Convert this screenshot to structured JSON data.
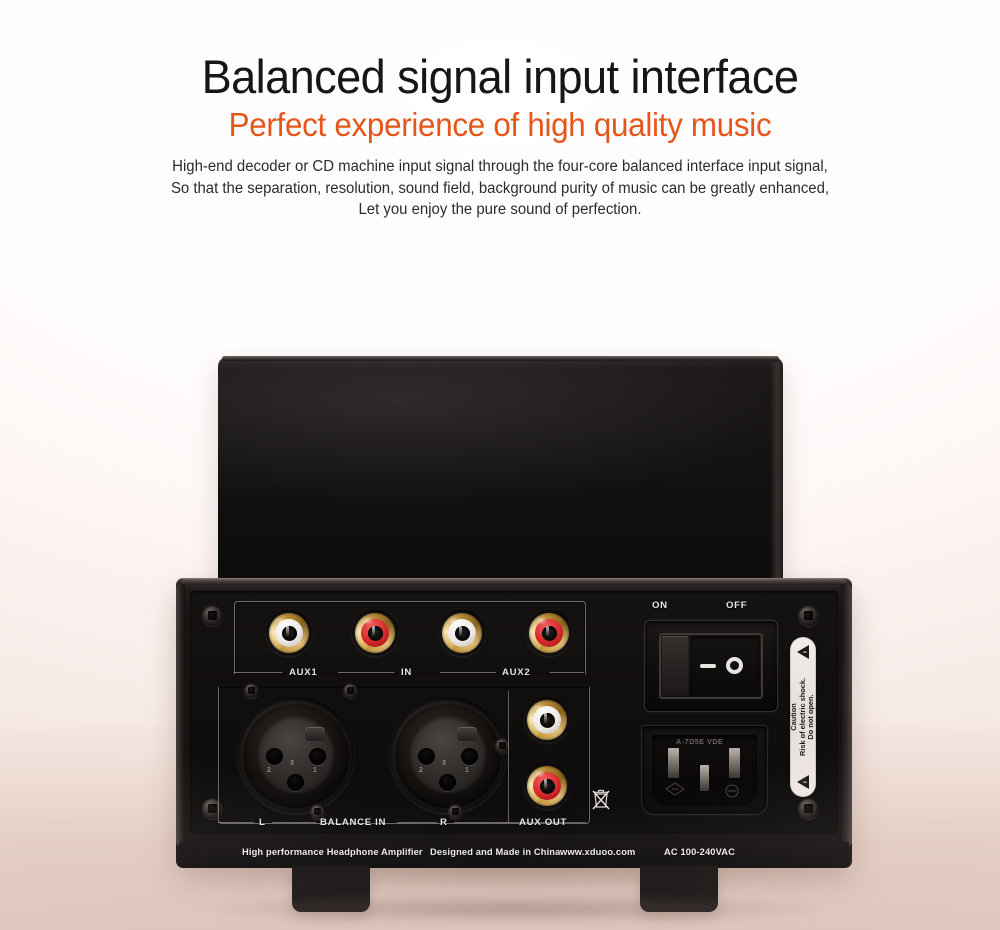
{
  "header": {
    "title": "Balanced signal input interface",
    "subtitle": "Perfect experience of high quality music",
    "body_lines": [
      "High-end decoder or CD machine input signal through the four-core balanced interface input signal,",
      "So that the separation, resolution, sound field, background purity of music can be greatly enhanced,",
      "Let you enjoy the pure sound of perfection."
    ],
    "title_color": "#161616",
    "subtitle_color": "#e6551a",
    "body_color": "#2b2b2b"
  },
  "device": {
    "type": "headphone-amplifier-rear-panel",
    "rca_row": {
      "labels": {
        "aux1": "AUX1",
        "in": "IN",
        "aux2": "AUX2"
      },
      "jacks": [
        {
          "channel": "AUX1-L",
          "color": "white",
          "color_hex": "#ece8e4"
        },
        {
          "channel": "AUX1-R",
          "color": "red",
          "color_hex": "#d8272a"
        },
        {
          "channel": "AUX2-L",
          "color": "white",
          "color_hex": "#ece8e4"
        },
        {
          "channel": "AUX2-R",
          "color": "red",
          "color_hex": "#d8272a"
        }
      ]
    },
    "balanced_row": {
      "label_left": "L",
      "label_center": "BALANCE IN",
      "label_right": "R",
      "connectors": [
        {
          "channel": "L",
          "type": "XLR-3F",
          "pins": [
            "1",
            "2",
            "3"
          ]
        },
        {
          "channel": "R",
          "type": "XLR-3F",
          "pins": [
            "1",
            "2",
            "3"
          ]
        }
      ]
    },
    "aux_out": {
      "label": "AUX OUT",
      "jacks": [
        {
          "channel": "L",
          "color": "white",
          "color_hex": "#ece8e4"
        },
        {
          "channel": "R",
          "color": "red",
          "color_hex": "#d8272a"
        }
      ]
    },
    "power": {
      "on_label": "ON",
      "off_label": "OFF",
      "switch_symbols": {
        "on": "—",
        "off": "○"
      },
      "ac_inlet_caption": "A-7D5E  VDE",
      "inlet_type": "IEC-C14"
    },
    "caution_label": {
      "heading": "Caution",
      "line1": "Risk of electric shock.",
      "line2": "Do not open.",
      "icon": "warning-triangle"
    },
    "footer_marks": [
      "High performance Headphone Amplifier",
      "Designed and Made in China",
      "www.xduoo.com",
      "AC 100-240VAC"
    ],
    "weee_symbol": "crossed-out-wheelie-bin"
  }
}
